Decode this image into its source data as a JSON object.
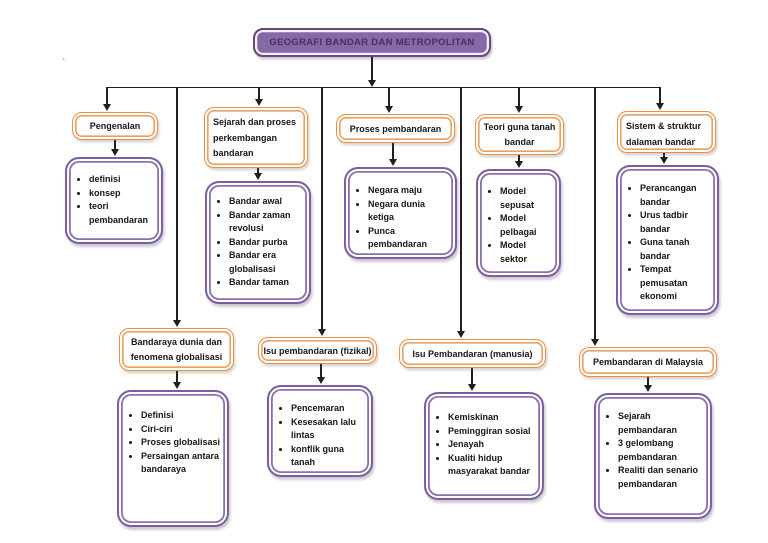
{
  "page": {
    "title": "GEOGRAFI BANDAR DAN METROPOLITAN",
    "stray_mark": "`"
  },
  "colors": {
    "title_fill_purple": "#8667A7",
    "title_text_purple": "#463459",
    "purple_border": "#7B5FA0",
    "orange_border": "#E8914A",
    "connector_black": "#1F1F1F",
    "text_black": "#161616",
    "background": "#FFFFFF"
  },
  "branches": [
    {
      "label": "Pengenalan",
      "items": [
        "definisi",
        "konsep",
        "teori pembandaran"
      ]
    },
    {
      "label": "Sejarah dan proses perkembangan bandaran",
      "items": [
        "Bandar awal",
        "Bandar zaman revolusi",
        "Bandar purba",
        "Bandar era globalisasi",
        "Bandar taman"
      ]
    },
    {
      "label": "Proses pembandaran",
      "items": [
        "Negara maju",
        "Negara dunia ketiga",
        "Punca pembandaran"
      ]
    },
    {
      "label": "Teori guna tanah bandar",
      "items": [
        "Model sepusat",
        "Model pelbagai",
        "Model sektor"
      ]
    },
    {
      "label": "Sistem & struktur dalaman bandar",
      "items": [
        "Perancangan bandar",
        "Urus tadbir bandar",
        "Guna tanah bandar",
        "Tempat pemusatan ekonomi"
      ]
    },
    {
      "label": "Bandaraya dunia dan fenomena globalisasi",
      "items": [
        "Definisi",
        "Ciri-ciri",
        "Proses globalisasi",
        "Persaingan antara bandaraya"
      ]
    },
    {
      "label": "Isu pembandaran (fizikal)",
      "items": [
        "Pencemaran",
        "Kesesakan lalu lintas",
        "konflik guna tanah"
      ]
    },
    {
      "label": "Isu Pembandaran (manusia)",
      "items": [
        "Kemiskinan",
        "Peminggiran sosial",
        "Jenayah",
        "Kualiti hidup masyarakat bandar"
      ]
    },
    {
      "label": "Pembandaran di Malaysia",
      "items": [
        "Sejarah pembandaran",
        "3 gelombang pembandaran",
        "Realiti dan senario pembandaran"
      ]
    }
  ]
}
